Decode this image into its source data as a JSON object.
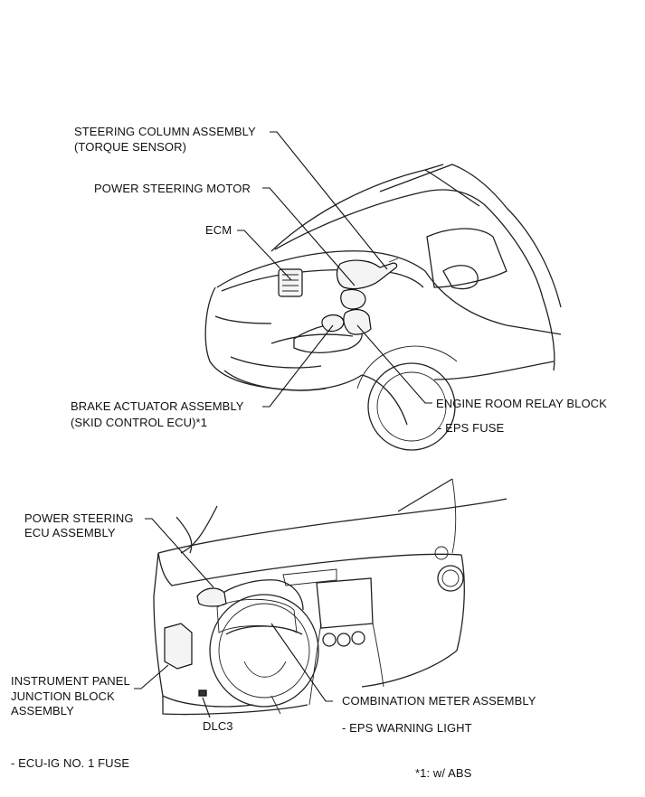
{
  "diagram": {
    "top_labels": {
      "steering_column": "STEERING COLUMN ASSEMBLY",
      "torque_sensor": "(TORQUE SENSOR)",
      "power_steering_motor": "POWER STEERING MOTOR",
      "ecm": "ECM",
      "brake_actuator": "BRAKE ACTUATOR ASSEMBLY",
      "skid_control": "(SKID CONTROL ECU)*1",
      "engine_room_relay": "ENGINE ROOM RELAY BLOCK",
      "eps_fuse": "- EPS FUSE"
    },
    "bottom_labels": {
      "ps_ecu_line1": "POWER STEERING",
      "ps_ecu_line2": "ECU ASSEMBLY",
      "ip_jb_line1": "INSTRUMENT PANEL",
      "ip_jb_line2": "JUNCTION BLOCK",
      "ip_jb_line3": "ASSEMBLY",
      "combination_meter": "COMBINATION METER ASSEMBLY",
      "eps_warning": "- EPS WARNING LIGHT",
      "dlc3": "DLC3",
      "ecu_ig_fuse": "- ECU-IG NO. 1 FUSE",
      "footnote": "*1: w/ ABS"
    }
  }
}
